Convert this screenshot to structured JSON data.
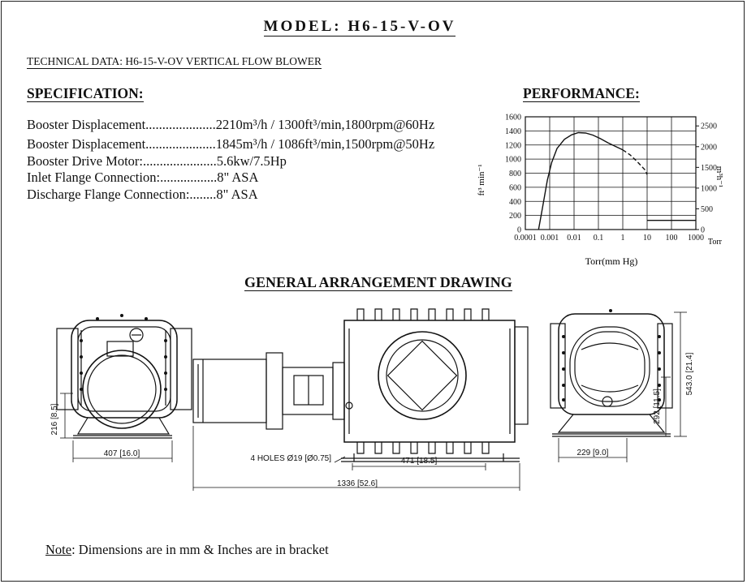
{
  "title": "MODEL: H6-15-V-OV",
  "tech_data": "TECHNICAL DATA: H6-15-V-OV VERTICAL FLOW BLOWER",
  "specification": {
    "heading": "SPECIFICATION:",
    "rows": [
      {
        "label": "Booster Displacement",
        "dots": ".....................",
        "value": "2210m³/h / 1300ft³/min,1800rpm@60Hz"
      },
      {
        "label": "Booster Displacement",
        "dots": ".....................",
        "value": "1845m³/h / 1086ft³/min,1500rpm@50Hz"
      },
      {
        "label": "Booster Drive Motor:",
        "dots": "......................",
        "value": "5.6kw/7.5Hp"
      },
      {
        "label": "Inlet Flange Connection:",
        "dots": ".................",
        "value": "8\" ASA"
      },
      {
        "label": "Discharge Flange Connection:",
        "dots": "........",
        "value": "8\" ASA"
      }
    ]
  },
  "performance": {
    "heading": "PERFORMANCE:",
    "xlabel": "Torr(mm Hg)",
    "xunit": "Torr",
    "ylabel_left": "ft³ min⁻¹",
    "ylabel_right": "m³h⁻¹"
  },
  "chart_data": {
    "type": "line",
    "x_scale": "log",
    "x_ticks": [
      "0.0001",
      "0.001",
      "0.01",
      "0.1",
      "1",
      "10",
      "100",
      "1000"
    ],
    "x_tick_values": [
      0.0001,
      0.001,
      0.01,
      0.1,
      1,
      10,
      100,
      1000
    ],
    "y_left_ticks": [
      0,
      200,
      400,
      600,
      800,
      1000,
      1200,
      1400,
      1600
    ],
    "y_right_ticks": [
      0,
      500,
      1000,
      1500,
      2000,
      2500
    ],
    "ylim_left": [
      0,
      1600
    ],
    "ylim_right": [
      0,
      2720
    ],
    "xlim": [
      0.0001,
      1000
    ],
    "grid": true,
    "series": [
      {
        "style": "solid",
        "x": [
          0.00035,
          0.0005,
          0.0008,
          0.0012,
          0.002,
          0.004,
          0.008,
          0.015,
          0.03,
          0.06,
          0.12,
          0.25,
          0.5,
          1
        ],
        "y": [
          0,
          300,
          700,
          950,
          1150,
          1280,
          1345,
          1375,
          1370,
          1340,
          1290,
          1230,
          1180,
          1130
        ]
      },
      {
        "style": "dashed",
        "x": [
          1,
          2,
          4,
          8,
          10
        ],
        "y": [
          1130,
          1060,
          960,
          850,
          780
        ]
      },
      {
        "style": "solid",
        "x": [
          10,
          1000
        ],
        "y": [
          130,
          130
        ]
      }
    ]
  },
  "drawing": {
    "heading": "GENERAL ARRANGEMENT DRAWING",
    "dimensions": {
      "height_left": "216 [8.5]",
      "width_left": "407 [16.0]",
      "holes": "4 HOLES Ø19 [Ø0.75]",
      "center_span": "471 [18.5]",
      "total_length": "1336 [52.6]",
      "width_right": "229 [9.0]",
      "height_right_small": "292 [11.5]",
      "height_right_total": "543.0 [21.4]"
    }
  },
  "note": {
    "prefix": "Note",
    "text": ": Dimensions are in mm & Inches are in bracket"
  }
}
